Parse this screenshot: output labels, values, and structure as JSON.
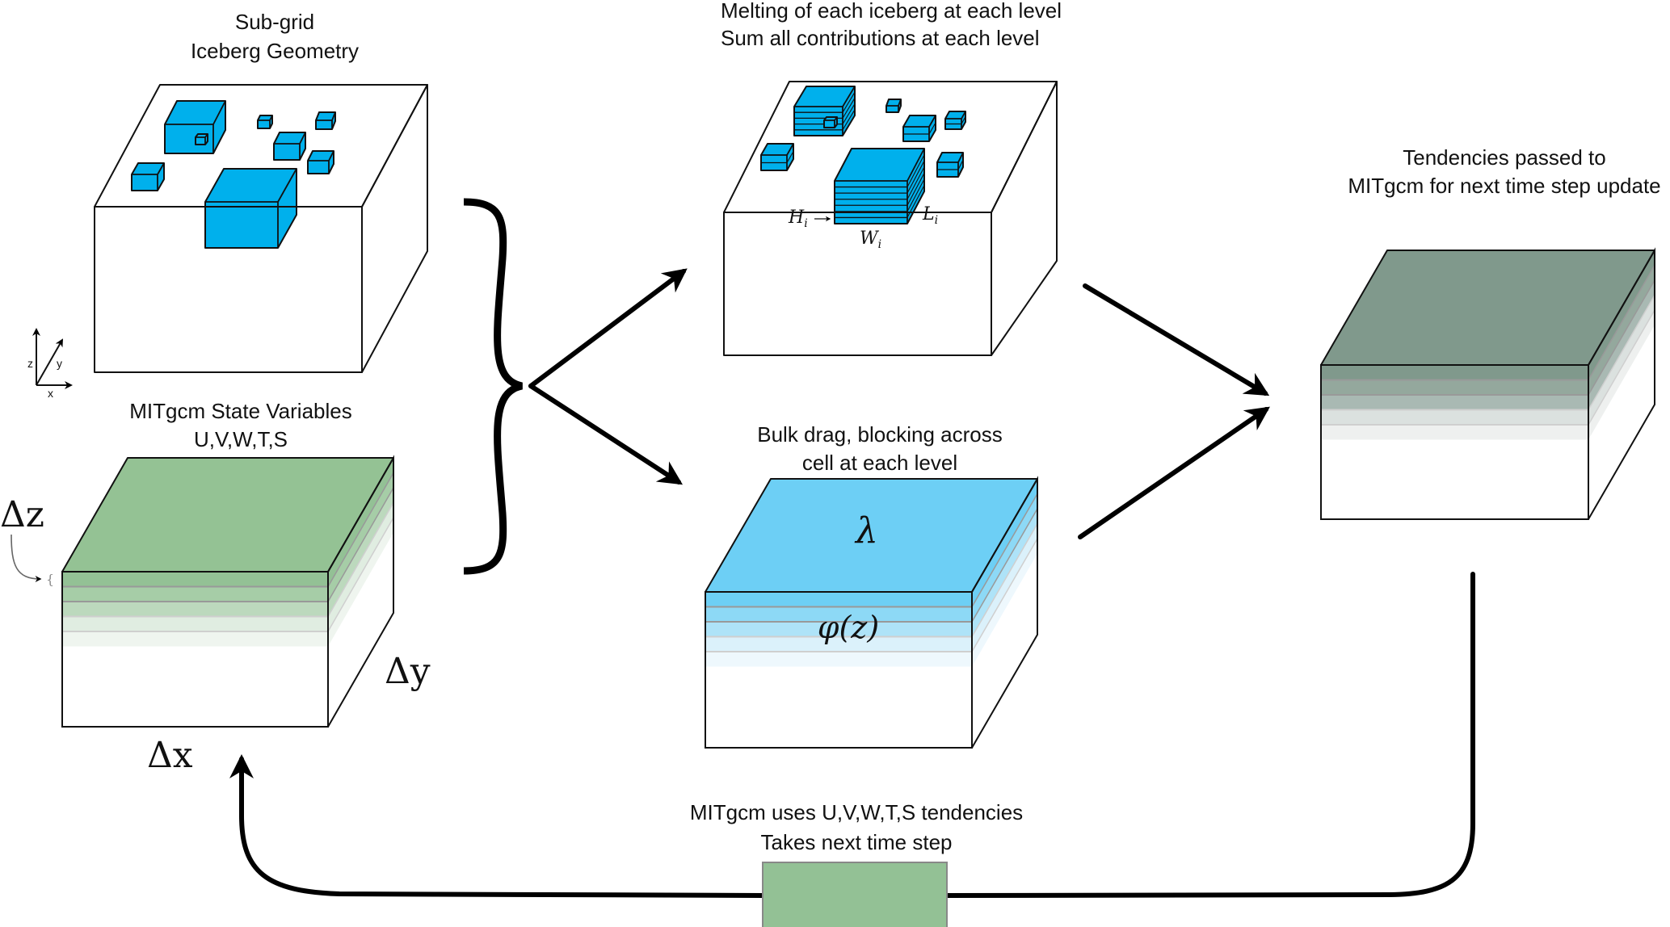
{
  "panels": {
    "iceberg_geometry": {
      "title_lines": [
        "Sub-grid",
        "Iceberg Geometry"
      ],
      "iceberg_color": "#00b0ec"
    },
    "state_variables": {
      "title_lines": [
        "MITgcm State Variables",
        "U,V,W,T,S"
      ],
      "top_color": "#94c294",
      "layer_colors": [
        "#93c195",
        "#a6cda7",
        "#bcd9bd",
        "#e0ede1",
        "#eff5ef"
      ],
      "labels": {
        "dz": "Δz",
        "dy": "Δy",
        "dx": "Δx",
        "dz_brace": "{"
      }
    },
    "melting": {
      "title_lines": [
        "Melting of each iceberg at each level",
        "Sum all contributions at each level"
      ],
      "iceberg_color": "#00b0ec",
      "labels": {
        "H": "H",
        "H_sub": "i",
        "L": "L",
        "L_sub": "i",
        "W": "W",
        "W_sub": "i"
      }
    },
    "bulk_drag": {
      "title_lines": [
        "Bulk drag, blocking across",
        "cell at each level"
      ],
      "top_color": "#6dcff5",
      "layer_colors": [
        "#6dcff5",
        "#8dd9f6",
        "#aee3f8",
        "#dbf1fb",
        "#eef8fd"
      ],
      "labels": {
        "lambda": "λ",
        "phi": "φ(z)"
      }
    },
    "tendencies": {
      "title_lines": [
        "Tendencies passed to",
        "MITgcm for next time step update"
      ],
      "top_color": "#80998c",
      "layer_colors": [
        "#80998c",
        "#94a89d",
        "#a9b9b3",
        "#dbe1df",
        "#eef0ef"
      ]
    },
    "time_step": {
      "title_lines": [
        "MITgcm uses U,V,W,T,S tendencies",
        "Takes next time step"
      ],
      "box_color": "#93c195"
    }
  },
  "axes": {
    "z": "z",
    "y": "y",
    "x": "x"
  }
}
